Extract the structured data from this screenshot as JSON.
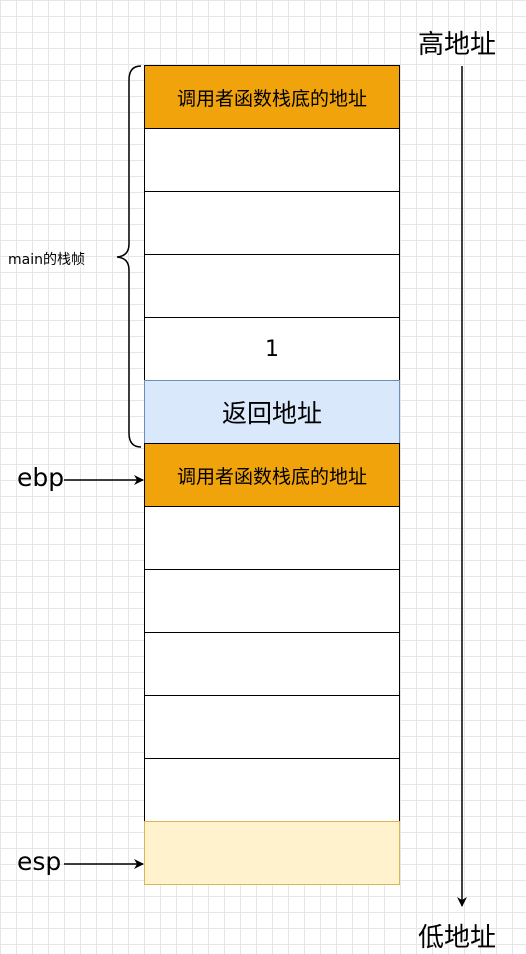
{
  "labels": {
    "high_address": "高地址",
    "low_address": "低地址",
    "main_frame": "main的栈帧",
    "ebp": "ebp",
    "esp": "esp"
  },
  "stack_cells": [
    {
      "text": "调用者函数栈底的地址",
      "kind": "caller",
      "fill": "#f0a30a"
    },
    {
      "text": "",
      "kind": "empty",
      "fill": "#ffffff"
    },
    {
      "text": "",
      "kind": "empty",
      "fill": "#ffffff"
    },
    {
      "text": "",
      "kind": "empty",
      "fill": "#ffffff"
    },
    {
      "text": "1",
      "kind": "value",
      "fill": "#ffffff"
    },
    {
      "text": "返回地址",
      "kind": "ret",
      "fill": "#dae8fc",
      "stroke": "#6c8ebf"
    },
    {
      "text": "调用者函数栈底的地址",
      "kind": "caller",
      "fill": "#f0a30a"
    },
    {
      "text": "",
      "kind": "empty",
      "fill": "#ffffff"
    },
    {
      "text": "",
      "kind": "empty",
      "fill": "#ffffff"
    },
    {
      "text": "",
      "kind": "empty",
      "fill": "#ffffff"
    },
    {
      "text": "",
      "kind": "empty",
      "fill": "#ffffff"
    },
    {
      "text": "",
      "kind": "empty",
      "fill": "#ffffff"
    },
    {
      "text": "",
      "kind": "empty",
      "fill": "#fff2cc",
      "stroke": "#d6b656"
    }
  ]
}
